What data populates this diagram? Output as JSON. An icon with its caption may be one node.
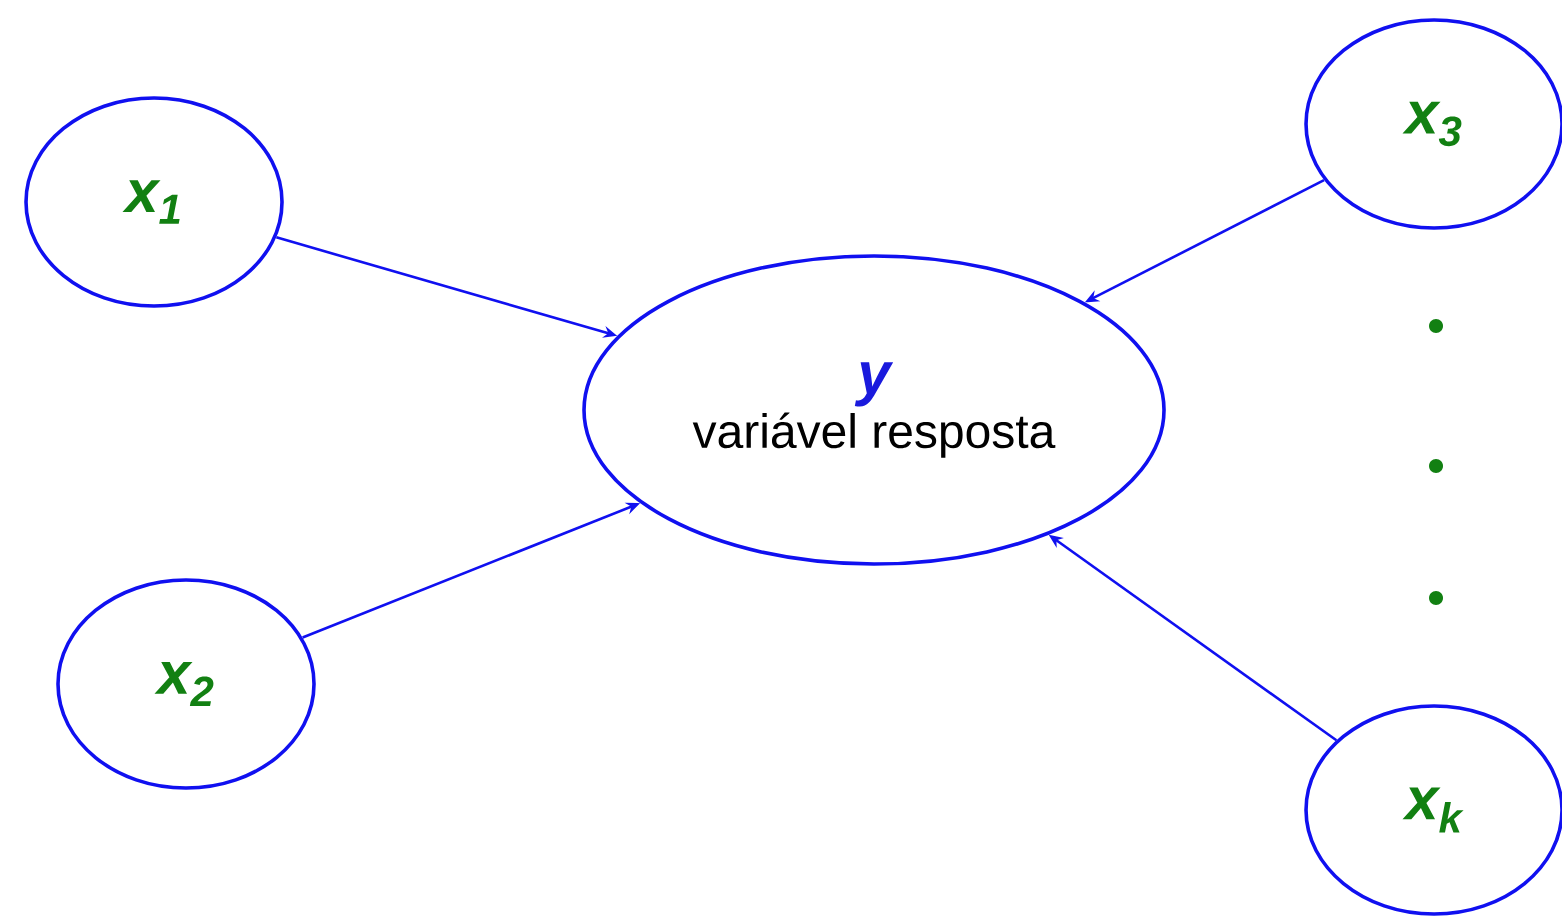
{
  "diagram": {
    "nodes": [
      {
        "text": [
          "x$_{1}$"
        ]
      },
      {
        "text": [
          "x$_{2}$"
        ]
      },
      {
        "text": [
          "y",
          "variável resposta"
        ]
      },
      {
        "text": [
          "x$_{3}$"
        ]
      },
      {
        "text": [
          "x$_{k}$"
        ]
      }
    ],
    "edges": [
      {
        "from": 0,
        "to": 2,
        "arrow": "to"
      },
      {
        "from": 1,
        "to": 2,
        "arrow": "to"
      },
      {
        "from": 3,
        "to": 2,
        "arrow": "to"
      },
      {
        "from": 4,
        "to": 2,
        "arrow": "to"
      }
    ]
  }
}
